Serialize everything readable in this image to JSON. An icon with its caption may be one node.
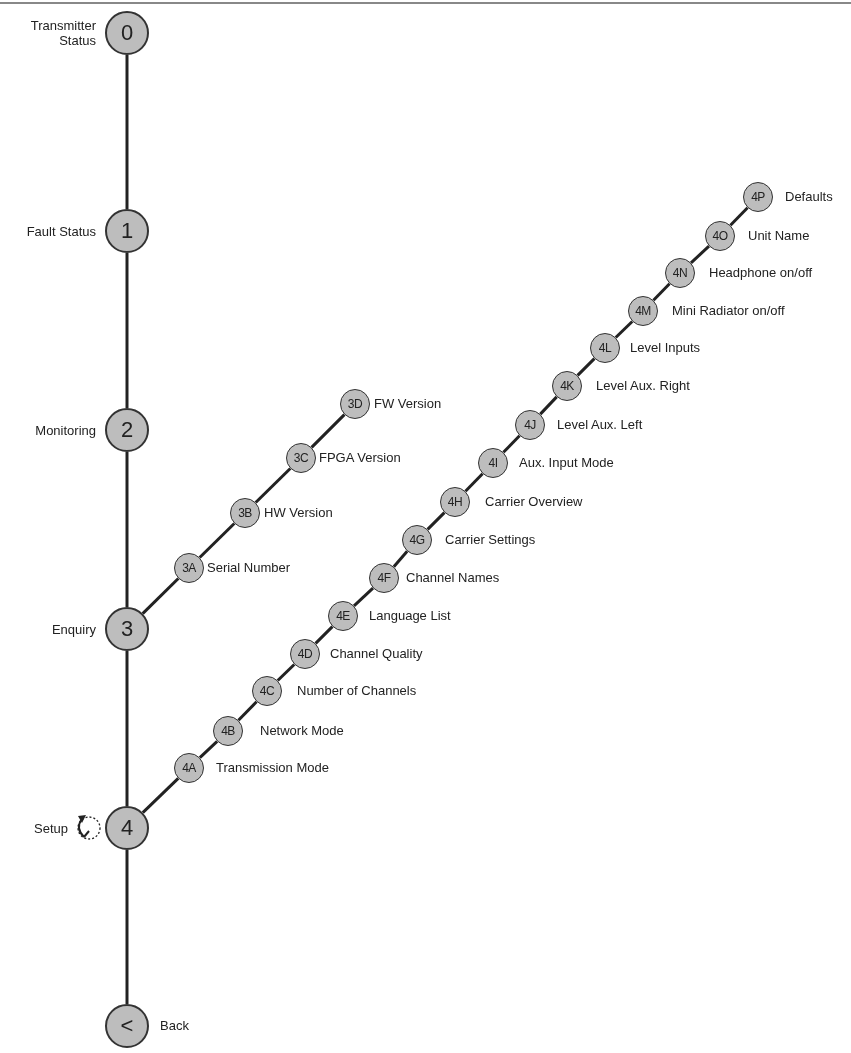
{
  "diagram": {
    "nodes": [
      {
        "text": [
          "0"
        ],
        "beside": [
          "Transmitter Status"
        ]
      },
      {
        "text": [
          "1"
        ],
        "beside": [
          "Fault Status"
        ]
      },
      {
        "text": [
          "2"
        ],
        "beside": [
          "Monitoring"
        ]
      },
      {
        "text": [
          "3"
        ],
        "beside": [
          "Enquiry"
        ]
      },
      {
        "text": [
          "3A"
        ],
        "beside": [
          "Serial Number"
        ]
      },
      {
        "text": [
          "3B"
        ],
        "beside": [
          "HW Version"
        ]
      },
      {
        "text": [
          "3C"
        ],
        "beside": [
          "FPGA Version"
        ]
      },
      {
        "text": [
          "3D"
        ],
        "beside": [
          "FW Version"
        ]
      },
      {
        "text": [
          "4"
        ],
        "beside": [
          "Setup"
        ]
      },
      {
        "text": [
          "4A"
        ],
        "beside": [
          "Transmission Mode"
        ]
      },
      {
        "text": [
          "4B"
        ],
        "beside": [
          "Network Mode"
        ]
      },
      {
        "text": [
          "4C"
        ],
        "beside": [
          "Number of Channels"
        ]
      },
      {
        "text": [
          "4D"
        ],
        "beside": [
          "Channel Quality"
        ]
      },
      {
        "text": [
          "4E"
        ],
        "beside": [
          "Language List"
        ]
      },
      {
        "text": [
          "4F"
        ],
        "beside": [
          "Channel Names"
        ]
      },
      {
        "text": [
          "4G"
        ],
        "beside": [
          "Carrier Settings"
        ]
      },
      {
        "text": [
          "4H"
        ],
        "beside": [
          "Carrier Overview"
        ]
      },
      {
        "text": [
          "4I"
        ],
        "beside": [
          "Aux. Input Mode"
        ]
      },
      {
        "text": [
          "4J"
        ],
        "beside": [
          "Level Aux. Left"
        ]
      },
      {
        "text": [
          "4K"
        ],
        "beside": [
          "Level Aux. Right"
        ]
      },
      {
        "text": [
          "4L"
        ],
        "beside": [
          "Level Inputs"
        ]
      },
      {
        "text": [
          "4M"
        ],
        "beside": [
          "Mini Radiator on/off"
        ]
      },
      {
        "text": [
          "4N"
        ],
        "beside": [
          "Headphone on/off"
        ]
      },
      {
        "text": [
          "4O"
        ],
        "beside": [
          "Unit Name"
        ]
      },
      {
        "text": [
          "4P"
        ],
        "beside": [
          "Defaults"
        ]
      },
      {
        "text": [
          "<"
        ],
        "beside": [
          "Back"
        ]
      }
    ],
    "edges": [
      {
        "from": 0,
        "to": 1,
        "arrow": "none"
      },
      {
        "from": 1,
        "to": 2,
        "arrow": "none"
      },
      {
        "from": 2,
        "to": 3,
        "arrow": "none"
      },
      {
        "from": 3,
        "to": 8,
        "arrow": "none"
      },
      {
        "from": 8,
        "to": 25,
        "arrow": "none"
      },
      {
        "from": 3,
        "to": 4,
        "arrow": "none"
      },
      {
        "from": 4,
        "to": 5,
        "arrow": "none"
      },
      {
        "from": 5,
        "to": 6,
        "arrow": "none"
      },
      {
        "from": 6,
        "to": 7,
        "arrow": "none"
      },
      {
        "from": 8,
        "to": 9,
        "arrow": "none"
      },
      {
        "from": 9,
        "to": 10,
        "arrow": "none"
      },
      {
        "from": 10,
        "to": 11,
        "arrow": "none"
      },
      {
        "from": 11,
        "to": 12,
        "arrow": "none"
      },
      {
        "from": 12,
        "to": 13,
        "arrow": "none"
      },
      {
        "from": 13,
        "to": 14,
        "arrow": "none"
      },
      {
        "from": 14,
        "to": 15,
        "arrow": "none"
      },
      {
        "from": 15,
        "to": 16,
        "arrow": "none"
      },
      {
        "from": 16,
        "to": 17,
        "arrow": "none"
      },
      {
        "from": 17,
        "to": 18,
        "arrow": "none"
      },
      {
        "from": 18,
        "to": 19,
        "arrow": "none"
      },
      {
        "from": 19,
        "to": 20,
        "arrow": "none"
      },
      {
        "from": 20,
        "to": 21,
        "arrow": "none"
      },
      {
        "from": 21,
        "to": 22,
        "arrow": "none"
      },
      {
        "from": 22,
        "to": 23,
        "arrow": "none"
      },
      {
        "from": 23,
        "to": 24,
        "arrow": "none"
      }
    ]
  }
}
